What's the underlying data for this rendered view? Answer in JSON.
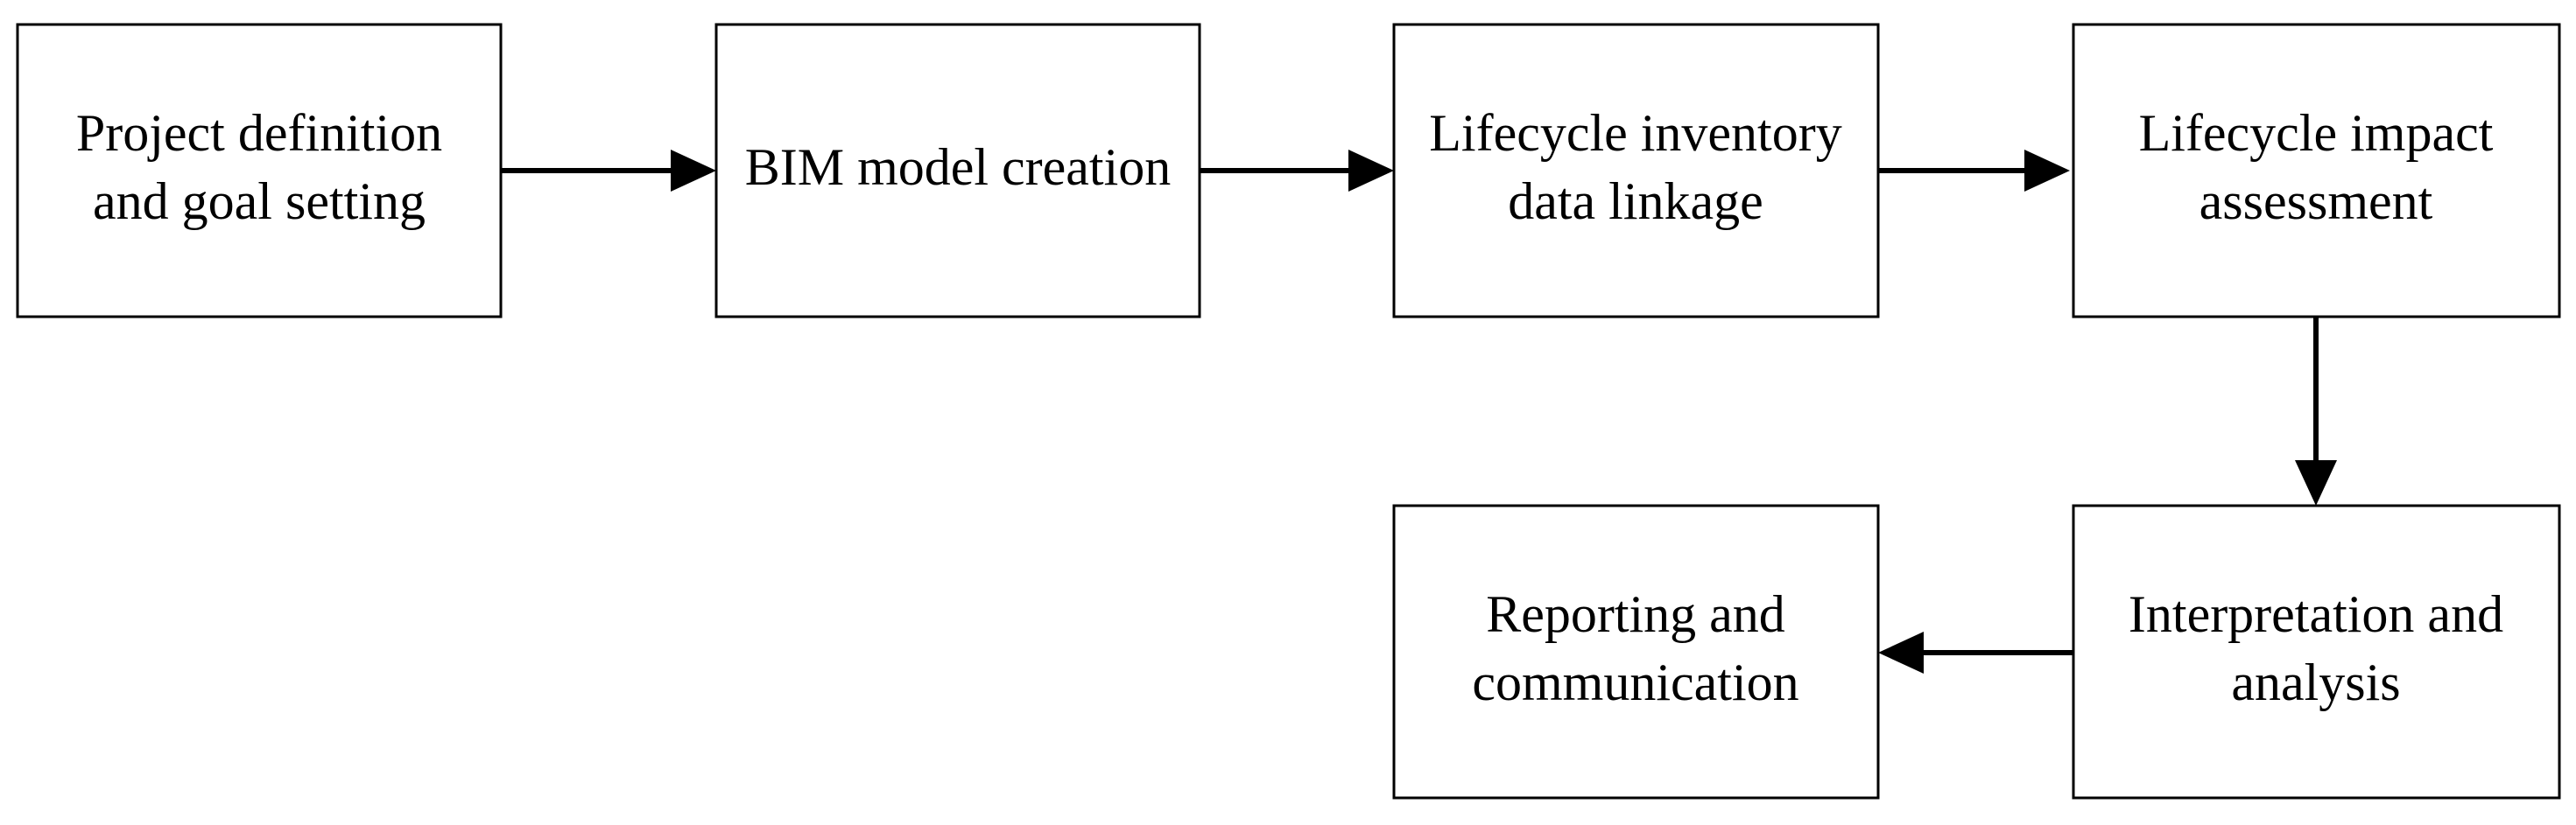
{
  "steps": [
    {
      "id": "project-definition",
      "lines": [
        "Project definition",
        "and goal setting"
      ]
    },
    {
      "id": "bim-model-creation",
      "lines": [
        "BIM model creation"
      ]
    },
    {
      "id": "lifecycle-inventory",
      "lines": [
        "Lifecycle inventory",
        "data linkage"
      ]
    },
    {
      "id": "lifecycle-impact",
      "lines": [
        "Lifecycle impact",
        "assessment"
      ]
    },
    {
      "id": "interpretation",
      "lines": [
        "Interpretation and",
        "analysis"
      ]
    },
    {
      "id": "reporting",
      "lines": [
        "Reporting and",
        "communication"
      ]
    }
  ],
  "flow": [
    {
      "from": "project-definition",
      "to": "bim-model-creation"
    },
    {
      "from": "bim-model-creation",
      "to": "lifecycle-inventory"
    },
    {
      "from": "lifecycle-inventory",
      "to": "lifecycle-impact"
    },
    {
      "from": "lifecycle-impact",
      "to": "interpretation"
    },
    {
      "from": "interpretation",
      "to": "reporting"
    }
  ],
  "colors": {
    "stroke": "#000000",
    "fill": "#ffffff",
    "text": "#000000"
  }
}
